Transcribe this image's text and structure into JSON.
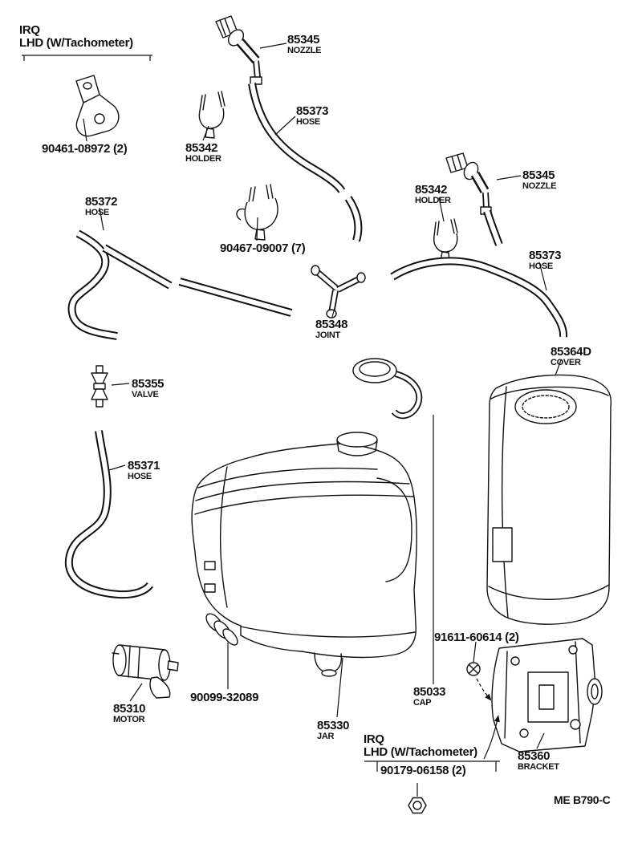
{
  "doc": {
    "code": "ME B790-C"
  },
  "note_top": {
    "line1": "IRQ",
    "line2": "LHD (W/Tachometer)"
  },
  "note_bottom": {
    "line1": "IRQ",
    "line2": "LHD (W/Tachometer)",
    "part": "90179-06158 (2)"
  },
  "labels": [
    {
      "part": "85345",
      "desc": "NOZZLE"
    },
    {
      "part": "85373",
      "desc": "HOSE"
    },
    {
      "part": "90461-08972 (2)",
      "desc": ""
    },
    {
      "part": "85342",
      "desc": "HOLDER"
    },
    {
      "part": "85372",
      "desc": "HOSE"
    },
    {
      "part": "90467-09007 (7)",
      "desc": ""
    },
    {
      "part": "85342",
      "desc": "HOLDER"
    },
    {
      "part": "85345",
      "desc": "NOZZLE"
    },
    {
      "part": "85373",
      "desc": "HOSE"
    },
    {
      "part": "85348",
      "desc": "JOINT"
    },
    {
      "part": "85364D",
      "desc": "COVER"
    },
    {
      "part": "85355",
      "desc": "VALVE"
    },
    {
      "part": "85371",
      "desc": "HOSE"
    },
    {
      "part": "91611-60614 (2)",
      "desc": ""
    },
    {
      "part": "85033",
      "desc": "CAP"
    },
    {
      "part": "90099-32089",
      "desc": ""
    },
    {
      "part": "85310",
      "desc": "MOTOR"
    },
    {
      "part": "85330",
      "desc": "JAR"
    },
    {
      "part": "85360",
      "desc": "BRACKET"
    }
  ]
}
